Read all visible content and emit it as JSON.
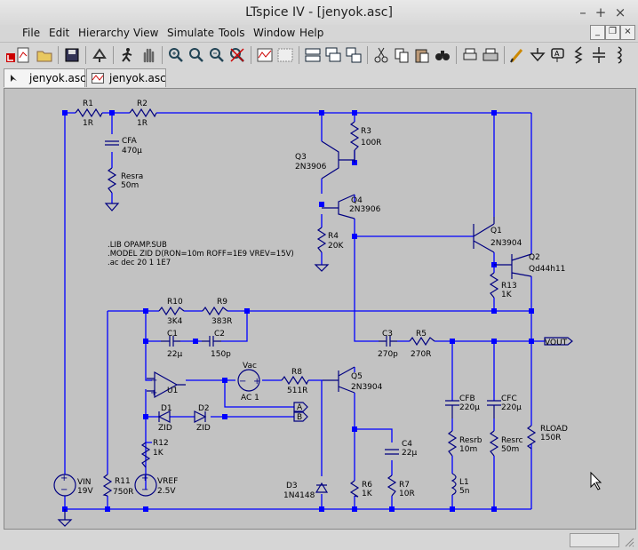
{
  "window": {
    "title": "LTspice IV - [jenyok.asc]"
  },
  "menu": [
    "File",
    "Edit",
    "Hierarchy",
    "View",
    "Simulate",
    "Tools",
    "Window",
    "Help"
  ],
  "tabs": [
    {
      "label": "jenyok.asc",
      "active": true
    },
    {
      "label": "jenyok.asc",
      "active": false
    }
  ],
  "schematic": {
    "components": [
      {
        "ref": "R1",
        "value": "1R"
      },
      {
        "ref": "R2",
        "value": "1R"
      },
      {
        "ref": "CFA",
        "value": "470µ"
      },
      {
        "ref": "Resra",
        "value": "50m"
      },
      {
        "ref": "Q3",
        "value": "2N3906"
      },
      {
        "ref": "R3",
        "value": "100R"
      },
      {
        "ref": "Q4",
        "value": "2N3906"
      },
      {
        "ref": "R4",
        "value": "20K"
      },
      {
        "ref": "Q1",
        "value": "2N3904"
      },
      {
        "ref": "Q2",
        "value": "Qd44h11"
      },
      {
        "ref": "R13",
        "value": "1K"
      },
      {
        "ref": "R10",
        "value": "3K4"
      },
      {
        "ref": "R9",
        "value": "383R"
      },
      {
        "ref": "C1",
        "value": "22µ"
      },
      {
        "ref": "C2",
        "value": "150p"
      },
      {
        "ref": "C3",
        "value": "270p"
      },
      {
        "ref": "R5",
        "value": "270R"
      },
      {
        "ref": "U1",
        "value": ""
      },
      {
        "ref": "Vac",
        "value": "AC 1"
      },
      {
        "ref": "R8",
        "value": "511R"
      },
      {
        "ref": "Q5",
        "value": "2N3904"
      },
      {
        "ref": "D1",
        "value": "ZID"
      },
      {
        "ref": "D2",
        "value": "ZID"
      },
      {
        "ref": "R12",
        "value": "1K"
      },
      {
        "ref": "CFB",
        "value": "220µ"
      },
      {
        "ref": "CFC",
        "value": "220µ"
      },
      {
        "ref": "C4",
        "value": "22µ"
      },
      {
        "ref": "Resrb",
        "value": "10m"
      },
      {
        "ref": "Resrc",
        "value": "50m"
      },
      {
        "ref": "RLOAD",
        "value": "150R"
      },
      {
        "ref": "VIN",
        "value": "19V"
      },
      {
        "ref": "R11",
        "value": "750R"
      },
      {
        "ref": "VREF",
        "value": "2.5V"
      },
      {
        "ref": "D3",
        "value": "1N4148"
      },
      {
        "ref": "R6",
        "value": "1K"
      },
      {
        "ref": "R7",
        "value": "10R"
      },
      {
        "ref": "L1",
        "value": "5n"
      }
    ],
    "directives": [
      ".LIB OPAMP.SUB",
      ".MODEL ZID D(RON=10m ROFF=1E9 VREV=15V)",
      ".ac dec 20 1 1E7"
    ],
    "labels": {
      "vout": "VOUT",
      "port_a": "A",
      "port_b": "B"
    }
  },
  "colors": {
    "wire": "#0000ff",
    "component": "#000080",
    "text": "#000000",
    "canvas": "#c2c2c2"
  }
}
